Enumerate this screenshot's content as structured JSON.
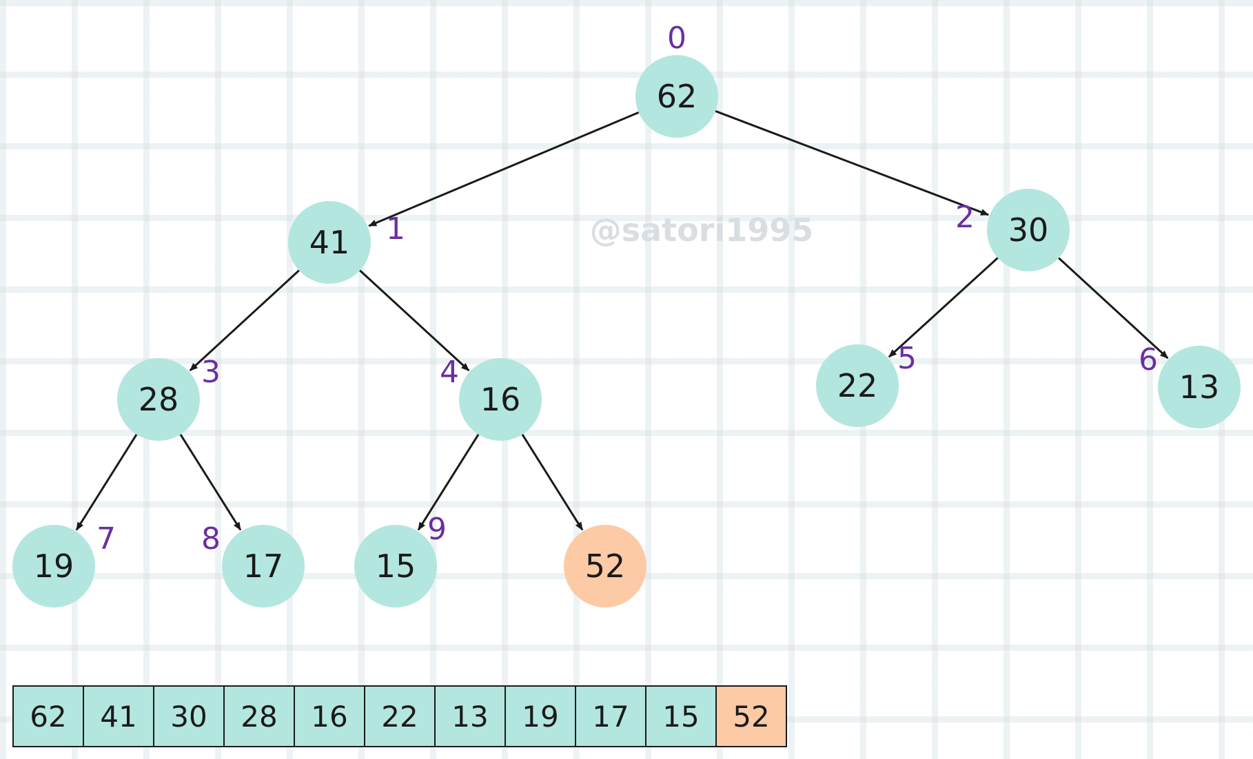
{
  "watermark": "@satori1995",
  "colors": {
    "node_fill": "#b3e6df",
    "highlight_fill": "#fdcaa6",
    "index_text": "#6a2fa0",
    "edge": "#1a1a1a"
  },
  "heap": {
    "nodes": [
      {
        "index": "0",
        "value": "62",
        "highlighted": false
      },
      {
        "index": "1",
        "value": "41",
        "highlighted": false
      },
      {
        "index": "2",
        "value": "30",
        "highlighted": false
      },
      {
        "index": "3",
        "value": "28",
        "highlighted": false
      },
      {
        "index": "4",
        "value": "16",
        "highlighted": false
      },
      {
        "index": "5",
        "value": "22",
        "highlighted": false
      },
      {
        "index": "6",
        "value": "13",
        "highlighted": false
      },
      {
        "index": "7",
        "value": "19",
        "highlighted": false
      },
      {
        "index": "8",
        "value": "17",
        "highlighted": false
      },
      {
        "index": "9",
        "value": "15",
        "highlighted": false
      },
      {
        "index": "",
        "value": "52",
        "highlighted": true
      }
    ],
    "edges": [
      [
        0,
        1
      ],
      [
        0,
        2
      ],
      [
        1,
        3
      ],
      [
        1,
        4
      ],
      [
        2,
        5
      ],
      [
        2,
        6
      ],
      [
        3,
        7
      ],
      [
        3,
        8
      ],
      [
        4,
        9
      ],
      [
        4,
        10
      ]
    ]
  },
  "array": [
    {
      "value": "62",
      "highlighted": false
    },
    {
      "value": "41",
      "highlighted": false
    },
    {
      "value": "30",
      "highlighted": false
    },
    {
      "value": "28",
      "highlighted": false
    },
    {
      "value": "16",
      "highlighted": false
    },
    {
      "value": "22",
      "highlighted": false
    },
    {
      "value": "13",
      "highlighted": false
    },
    {
      "value": "19",
      "highlighted": false
    },
    {
      "value": "17",
      "highlighted": false
    },
    {
      "value": "15",
      "highlighted": false
    },
    {
      "value": "52",
      "highlighted": true
    }
  ]
}
